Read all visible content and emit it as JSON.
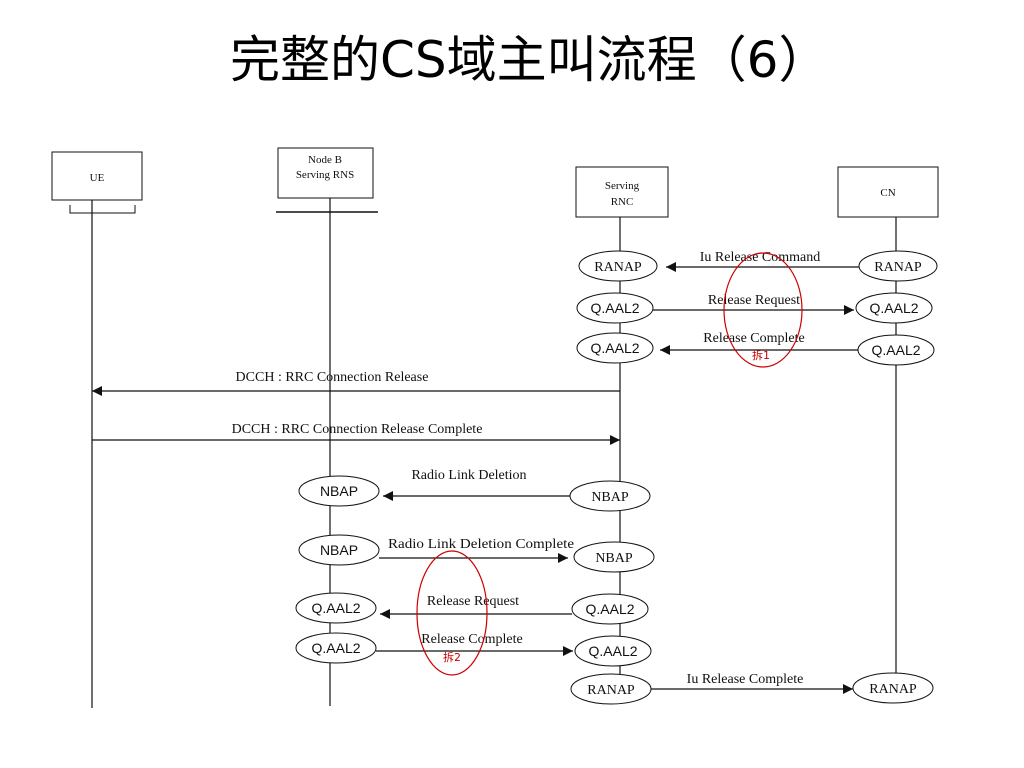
{
  "title": "完整的CS域主叫流程（6）",
  "entities": {
    "ue": "UE",
    "nodeb_line1": "Node B",
    "nodeb_line2": "Serving RNS",
    "rnc_line1": "Serving",
    "rnc_line2": "RNC",
    "cn": "CN"
  },
  "protocols": {
    "ranap": "RANAP",
    "qaal2": "Q.AAL2",
    "nbap": "NBAP"
  },
  "messages": {
    "iu_release_command": "Iu Release Command",
    "release_request": "Release Request",
    "release_complete": "Release Complete",
    "rrc_release": "DCCH  : RRC Connection Release",
    "rrc_release_complete": "DCCH  : RRC Connection Release Complete",
    "rl_deletion": "Radio Link Deletion",
    "rl_deletion_complete": "Radio Link Deletion Complete",
    "release_request_2": "Release Request",
    "release_complete_2": "Release Complete",
    "iu_release_complete": "Iu Release Complete"
  },
  "annotations": {
    "mark1": "拆1",
    "mark2": "拆2"
  },
  "colors": {
    "line": "#111111",
    "annotation": "#cc0000"
  }
}
